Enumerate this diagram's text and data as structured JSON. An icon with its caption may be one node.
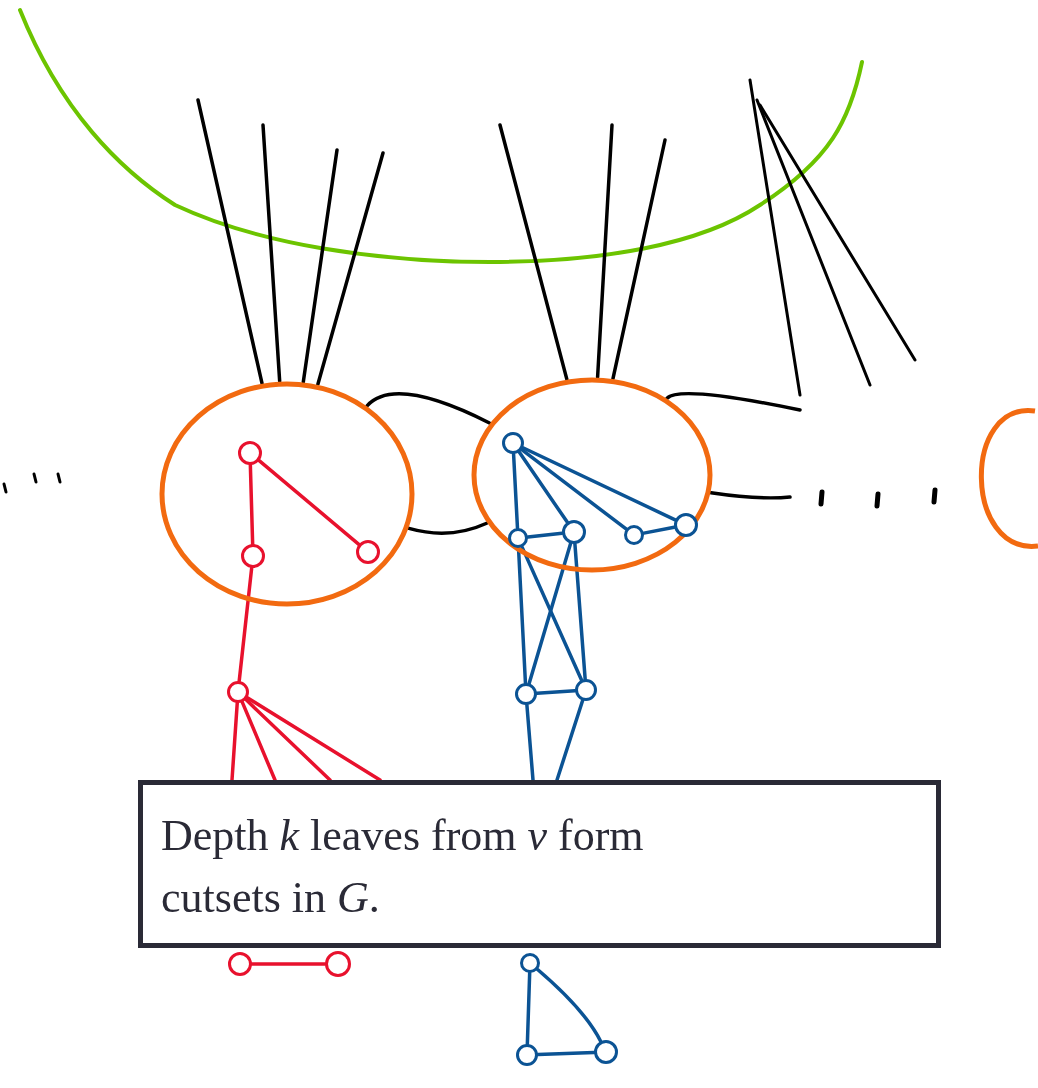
{
  "diagram": {
    "nodes": [
      {
        "text": [],
        "shape": "circle"
      },
      {
        "text": [],
        "shape": "circle",
        "in": 0
      },
      {
        "text": [],
        "shape": "circle",
        "in": 0
      },
      {
        "text": [],
        "shape": "circle",
        "in": 0
      },
      {
        "text": [],
        "shape": "circle"
      },
      {
        "text": [],
        "shape": "circle",
        "in": 4
      },
      {
        "text": [],
        "shape": "circle",
        "in": 4
      },
      {
        "text": [],
        "shape": "circle",
        "in": 4
      },
      {
        "text": [],
        "shape": "circle",
        "in": 4
      },
      {
        "text": [],
        "shape": "circle",
        "in": 4
      },
      {
        "text": [],
        "shape": "circle"
      },
      {
        "text": [],
        "shape": "circle"
      },
      {
        "text": [],
        "shape": "circle"
      },
      {
        "text": [],
        "shape": "circle"
      },
      {
        "text": [
          "Depth *k* leaves from *v* form cutsets in *G*."
        ]
      },
      {
        "text": [],
        "shape": "circle"
      },
      {
        "text": [],
        "shape": "circle"
      },
      {
        "text": [],
        "shape": "circle"
      },
      {
        "text": [],
        "shape": "circle"
      },
      {
        "text": [],
        "shape": "circle"
      }
    ],
    "edges": [
      {
        "from": 1,
        "to": 2,
        "arrow": "none",
        "color": "#e8112d"
      },
      {
        "from": 1,
        "to": 3,
        "arrow": "none",
        "color": "#e8112d"
      },
      {
        "from": 2,
        "to": 11,
        "arrow": "none",
        "color": "#e8112d"
      },
      {
        "from": 11,
        "to": 14,
        "arrow": "none",
        "color": "#e8112d"
      },
      {
        "from": 11,
        "to": 14,
        "arrow": "none",
        "color": "#e8112d"
      },
      {
        "from": 11,
        "to": 14,
        "arrow": "none",
        "color": "#e8112d"
      },
      {
        "from": 11,
        "to": 14,
        "arrow": "none",
        "color": "#e8112d"
      },
      {
        "from": 15,
        "to": 16,
        "arrow": "none",
        "color": "#e8112d"
      },
      {
        "from": 5,
        "to": 6,
        "arrow": "none",
        "color": "#0b5394"
      },
      {
        "from": 5,
        "to": 7,
        "arrow": "none",
        "color": "#0b5394"
      },
      {
        "from": 5,
        "to": 8,
        "arrow": "none",
        "color": "#0b5394"
      },
      {
        "from": 5,
        "to": 9,
        "arrow": "none",
        "color": "#0b5394"
      },
      {
        "from": 8,
        "to": 9,
        "arrow": "none",
        "color": "#0b5394"
      },
      {
        "from": 6,
        "to": 7,
        "arrow": "none",
        "color": "#0b5394"
      },
      {
        "from": 6,
        "to": 12,
        "arrow": "none",
        "color": "#0b5394"
      },
      {
        "from": 6,
        "to": 13,
        "arrow": "none",
        "color": "#0b5394"
      },
      {
        "from": 7,
        "to": 12,
        "arrow": "none",
        "color": "#0b5394"
      },
      {
        "from": 7,
        "to": 13,
        "arrow": "none",
        "color": "#0b5394"
      },
      {
        "from": 12,
        "to": 13,
        "arrow": "none",
        "color": "#0b5394"
      },
      {
        "from": 12,
        "to": 14,
        "arrow": "none",
        "color": "#0b5394"
      },
      {
        "from": 13,
        "to": 14,
        "arrow": "none",
        "color": "#0b5394"
      },
      {
        "from": 17,
        "to": 18,
        "arrow": "none",
        "color": "#0b5394"
      },
      {
        "from": 17,
        "to": 19,
        "arrow": "none",
        "color": "#0b5394"
      },
      {
        "from": 18,
        "to": 19,
        "arrow": "none",
        "color": "#0b5394"
      },
      {
        "from": null,
        "to": 0,
        "arrow": "none",
        "color": "#000000"
      },
      {
        "from": null,
        "to": 0,
        "arrow": "none",
        "color": "#000000"
      },
      {
        "from": null,
        "to": 0,
        "arrow": "none",
        "color": "#000000"
      },
      {
        "from": null,
        "to": 0,
        "arrow": "none",
        "color": "#000000"
      },
      {
        "from": null,
        "to": 4,
        "arrow": "none",
        "color": "#000000"
      },
      {
        "from": null,
        "to": 4,
        "arrow": "none",
        "color": "#000000"
      },
      {
        "from": null,
        "to": 4,
        "arrow": "none",
        "color": "#000000"
      },
      {
        "from": 0,
        "to": 4,
        "arrow": "none",
        "color": "#000000"
      },
      {
        "from": 0,
        "to": 4,
        "arrow": "none",
        "color": "#000000"
      },
      {
        "from": 4,
        "to": null,
        "arrow": "none",
        "color": "#000000"
      },
      {
        "from": 4,
        "to": null,
        "arrow": "none",
        "color": "#000000"
      }
    ]
  }
}
